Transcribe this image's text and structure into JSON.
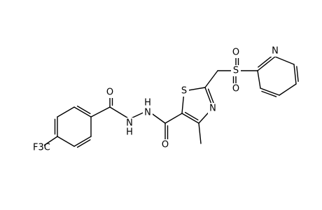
{
  "structure": {
    "atoms": [
      {
        "id": "cf3",
        "label": "F3C"
      },
      {
        "id": "o_benzoyl",
        "label": "O"
      },
      {
        "id": "n1",
        "label": "N"
      },
      {
        "id": "h1",
        "label": "H"
      },
      {
        "id": "n2",
        "label": "N"
      },
      {
        "id": "h2",
        "label": "H"
      },
      {
        "id": "o_amide",
        "label": "O"
      },
      {
        "id": "s_thiazole",
        "label": "S"
      },
      {
        "id": "n_thiazole",
        "label": "N"
      },
      {
        "id": "s_sulfonyl",
        "label": "S"
      },
      {
        "id": "o_sulfonyl_top",
        "label": "O"
      },
      {
        "id": "o_sulfonyl_bottom",
        "label": "O"
      },
      {
        "id": "n_pyridine",
        "label": "N"
      }
    ]
  },
  "colors": {
    "bond": "#000000",
    "label": "#000000",
    "background": "#ffffff"
  }
}
